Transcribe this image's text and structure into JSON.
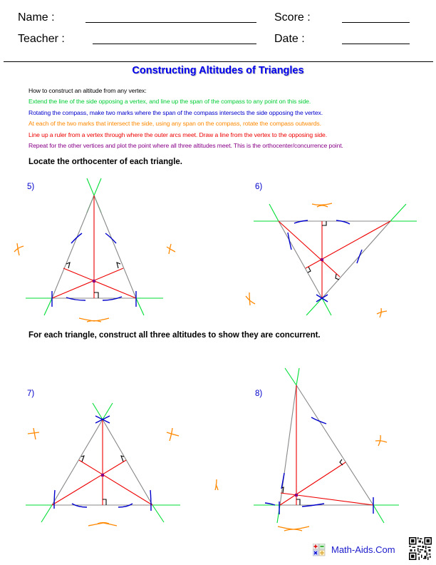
{
  "header": {
    "name_label": "Name :",
    "teacher_label": "Teacher :",
    "score_label": "Score :",
    "date_label": "Date :"
  },
  "title": "Constructing Altitudes of Triangles",
  "instructions": {
    "intro": "How to construct an altitude from any vertex:",
    "steps": [
      {
        "text": "Extend the line of the side opposing a vertex, and line up the span of the compass to any point on this side.",
        "color": "#00cc33"
      },
      {
        "text": "Rotating the compass, make two marks where the span of the compass intersects the side opposing the vertex.",
        "color": "#0000cc"
      },
      {
        "text": "At each of the two marks that intersect the side, using any span on the compass, rotate the compass outwards.",
        "color": "#ff8800"
      },
      {
        "text": "Line up a ruler from a vertex through where the outer arcs meet. Draw a line from the vertex to the opposing side.",
        "color": "#ee0000"
      },
      {
        "text": "Repeat for the other vertices and plot the point where all three altitudes meet. This is the orthocenter/concurrence point.",
        "color": "#880088"
      }
    ]
  },
  "sections": [
    {
      "heading": "Locate the orthocenter of each triangle.",
      "problems": [
        "5)",
        "6)"
      ]
    },
    {
      "heading": "For each triangle, construct all three altitudes to show they are concurrent.",
      "problems": [
        "7)",
        "8)"
      ]
    }
  ],
  "colors": {
    "triangle_side": "#888888",
    "extension_line": "#00dd33",
    "compass_arc": "#0000cc",
    "outer_arc": "#ff8800",
    "altitude": "#ee0000",
    "orthocenter": "#880088",
    "right_angle": "#000000"
  },
  "footer": {
    "brand": "Math-Aids.Com",
    "logo_icon": "calculator-icon",
    "qr_icon": "qr-code-icon"
  }
}
